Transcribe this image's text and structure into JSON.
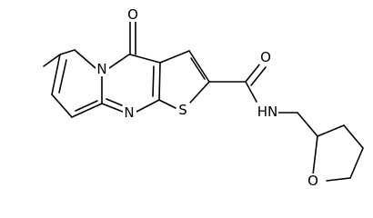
{
  "atoms": {
    "n_ring": "N",
    "o_carbonyl": "O",
    "n_pyrimidine": "N",
    "s_thiophene": "S",
    "o_amide": "O",
    "nh_amide": "HN",
    "o_thf": "O"
  },
  "colors": {
    "bond": "#000000",
    "label": "#000000",
    "background": "#ffffff"
  }
}
